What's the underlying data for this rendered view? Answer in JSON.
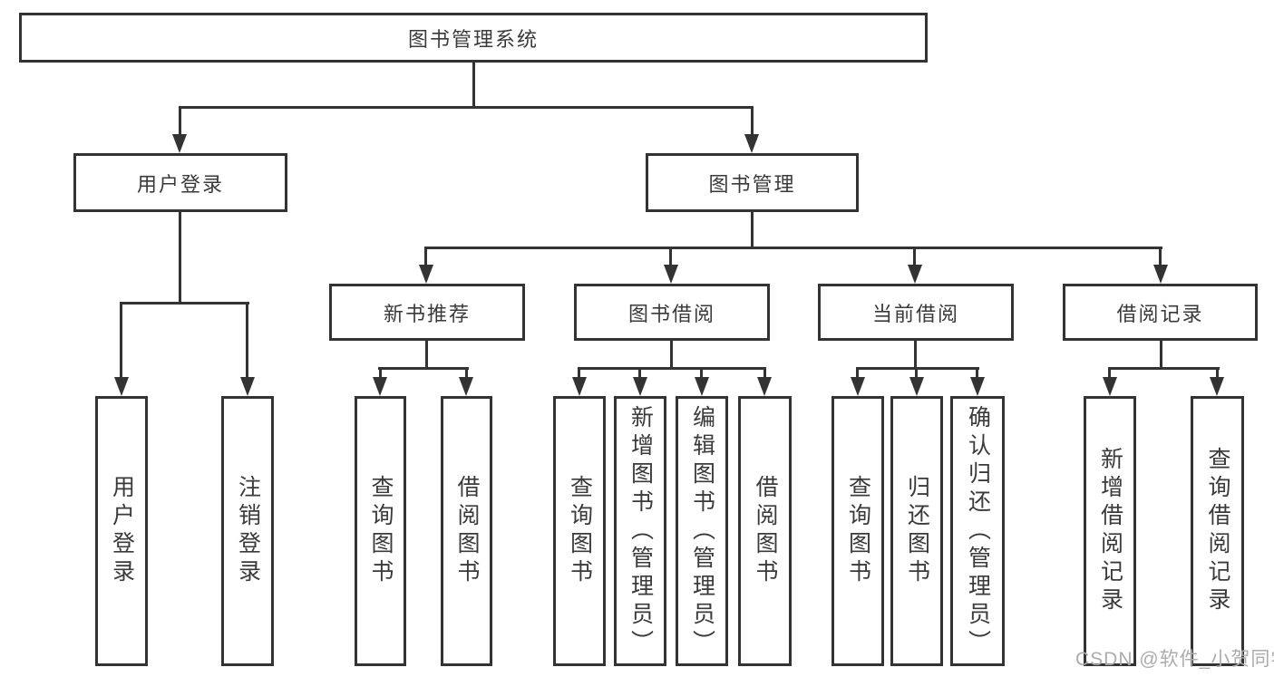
{
  "diagram": {
    "title": "图书管理系统",
    "root": {
      "label": "图书管理系统"
    },
    "level2": [
      {
        "id": "user-login",
        "label": "用户登录"
      },
      {
        "id": "book-management",
        "label": "图书管理"
      }
    ],
    "level3": [
      {
        "id": "new-book-recommend",
        "parent": "图书管理",
        "label": "新书推荐"
      },
      {
        "id": "book-borrow",
        "parent": "图书管理",
        "label": "图书借阅"
      },
      {
        "id": "current-borrow",
        "parent": "图书管理",
        "label": "当前借阅"
      },
      {
        "id": "borrow-record",
        "parent": "图书管理",
        "label": "借阅记录"
      }
    ],
    "leaves": [
      {
        "parent": "用户登录",
        "label": "用户登录"
      },
      {
        "parent": "用户登录",
        "label": "注销登录"
      },
      {
        "parent": "新书推荐",
        "label": "查询图书"
      },
      {
        "parent": "新书推荐",
        "label": "借阅图书"
      },
      {
        "parent": "图书借阅",
        "label": "查询图书"
      },
      {
        "parent": "图书借阅",
        "label": "新增图书（管理员）"
      },
      {
        "parent": "图书借阅",
        "label": "编辑图书（管理员）"
      },
      {
        "parent": "图书借阅",
        "label": "借阅图书"
      },
      {
        "parent": "当前借阅",
        "label": "查询图书"
      },
      {
        "parent": "当前借阅",
        "label": "归还图书"
      },
      {
        "parent": "当前借阅",
        "label": "确认归还（管理员）"
      },
      {
        "parent": "借阅记录",
        "label": "新增借阅记录"
      },
      {
        "parent": "借阅记录",
        "label": "查询借阅记录"
      }
    ],
    "watermark": "CSDN @软件_小贺同学"
  },
  "colors": {
    "line": "#333333",
    "text": "#3a3a3a",
    "watermark": "#acacac",
    "background": "#ffffff"
  }
}
